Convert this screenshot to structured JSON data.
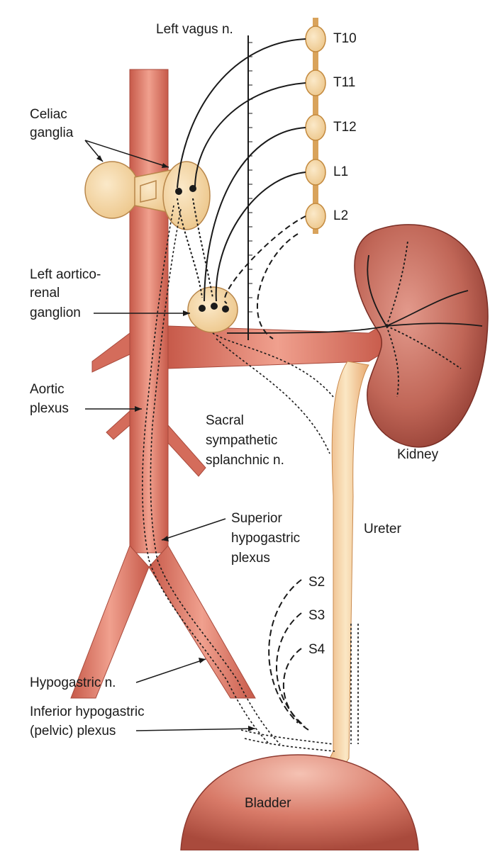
{
  "labels": {
    "left_vagus": "Left vagus n.",
    "t10": "T10",
    "t11": "T11",
    "t12": "T12",
    "l1": "L1",
    "l2": "L2",
    "celiac_line1": "Celiac",
    "celiac_line2": "ganglia",
    "aorticorenal_line1": "Left aortico-",
    "aorticorenal_line2": "renal",
    "aorticorenal_line3": "ganglion",
    "aortic_plexus_line1": "Aortic",
    "aortic_plexus_line2": "plexus",
    "sacral_line1": "Sacral",
    "sacral_line2": "sympathetic",
    "sacral_line3": "splanchnic n.",
    "kidney": "Kidney",
    "superior_line1": "Superior",
    "superior_line2": "hypogastric",
    "superior_line3": "plexus",
    "ureter": "Ureter",
    "s2": "S2",
    "s3": "S3",
    "s4": "S4",
    "hypogastric_n": "Hypogastric n.",
    "inferior_line1": "Inferior hypogastric",
    "inferior_line2": "(pelvic) plexus",
    "bladder": "Bladder"
  },
  "colors": {
    "vessel": "#d9705f",
    "vessel_dark": "#b8493c",
    "kidney": "#b5594d",
    "ganglion": "#f7d9a6",
    "ureter": "#f7d9a6",
    "nerve": "#1a1a1a"
  }
}
